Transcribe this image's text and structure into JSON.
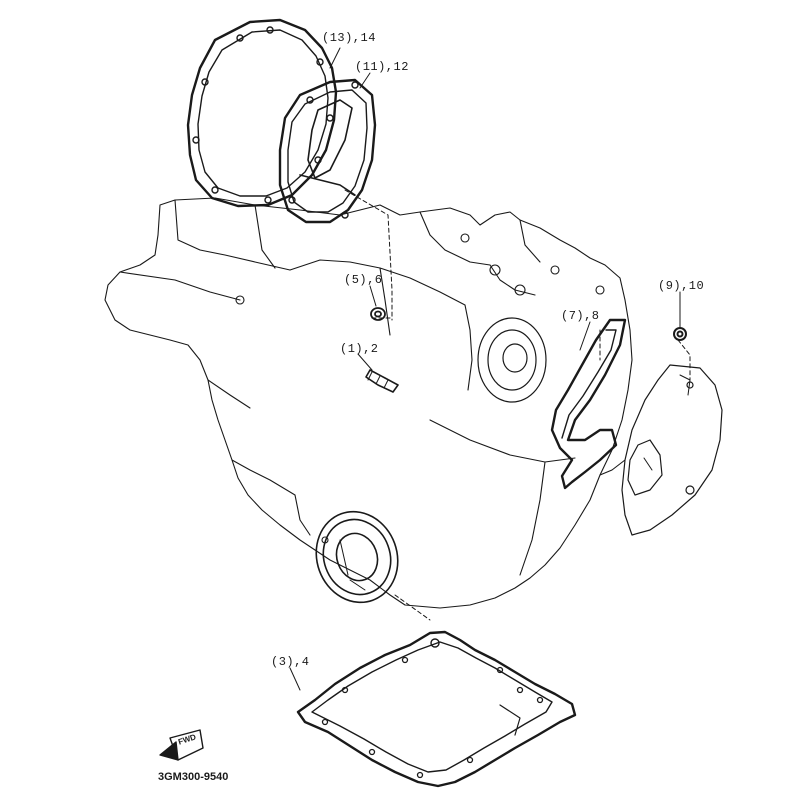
{
  "callouts": {
    "c13_14": "(13),14",
    "c11_12": "(11),12",
    "c5_6": "(5),6",
    "c1_2": "(1),2",
    "c7_8": "(7),8",
    "c9_10": "(9),10",
    "c3_4": "(3),4"
  },
  "fwd_label": "FWD",
  "part_number": "3GM300-9540",
  "line_color": "#1a1a1a"
}
